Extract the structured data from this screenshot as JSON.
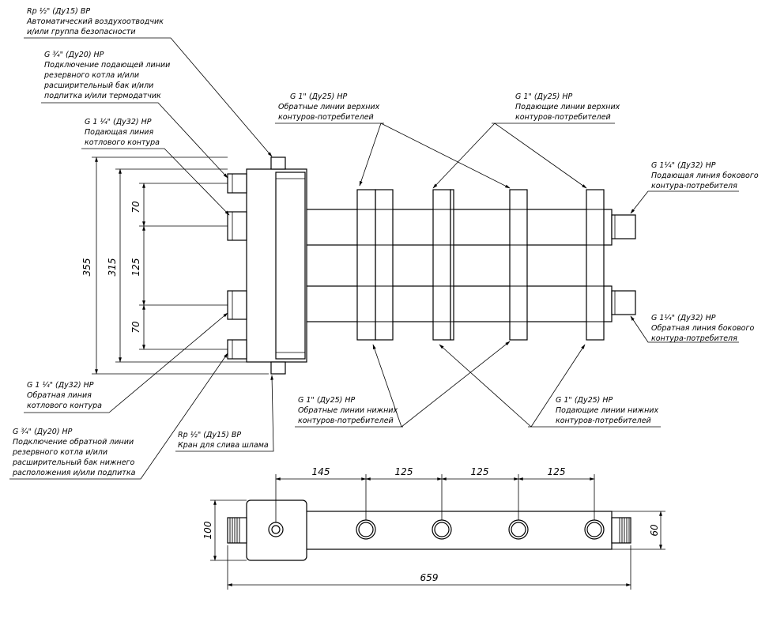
{
  "callouts": {
    "air_vent": [
      "Rp ½\" (Ду15) ВР",
      "Автоматический воздухоотводчик",
      "и/или группа безопасности"
    ],
    "reserve_supply": [
      "G ¾\" (Ду20) НР",
      "Подключение подающей линии",
      "резервного котла и/или",
      "расширительный бак и/или",
      "подпитка и/или термодатчик"
    ],
    "boiler_supply": [
      "G 1 ¼\" (Ду32) НР",
      "Подающая линия",
      "котлового контура"
    ],
    "upper_return": [
      "G 1\" (Ду25) НР",
      "Обратные линии верхних",
      "контуров-потребителей"
    ],
    "upper_supply": [
      "G 1\" (Ду25) НР",
      "Подающие линии верхних",
      "контуров-потребителей"
    ],
    "side_supply": [
      "G 1¼\" (Ду32) НР",
      "Подающая линия бокового",
      "контура-потребителя"
    ],
    "side_return": [
      "G 1¼\" (Ду32) НР",
      "Обратная линия бокового",
      "контура-потребителя"
    ],
    "boiler_return": [
      "G 1 ¼\" (Ду32) НР",
      "Обратная линия",
      "котлового контура"
    ],
    "reserve_return": [
      "G ¾\" (Ду20) НР",
      "Подключение обратной линии",
      "резервного котла и/или",
      "расширительный бак нижнего",
      "расположения и/или подпитка"
    ],
    "drain": [
      "Rp ½\" (Ду15) ВР",
      "Кран для слива шлама"
    ],
    "lower_return": [
      "G 1\" (Ду25) НР",
      "Обратные линии нижних",
      "контуров-потребителей"
    ],
    "lower_supply": [
      "G 1\" (Ду25) НР",
      "Подающие линии нижних",
      "контуров-потребителей"
    ]
  },
  "dimensions": {
    "front_height": "355",
    "front_inner": "315",
    "upper_gap": "70",
    "middle_gap": "125",
    "lower_gap": "70",
    "top_145": "145",
    "top_125a": "125",
    "top_125b": "125",
    "top_125c": "125",
    "overall_length": "659",
    "plan_height": "100",
    "bar_height": "60"
  }
}
